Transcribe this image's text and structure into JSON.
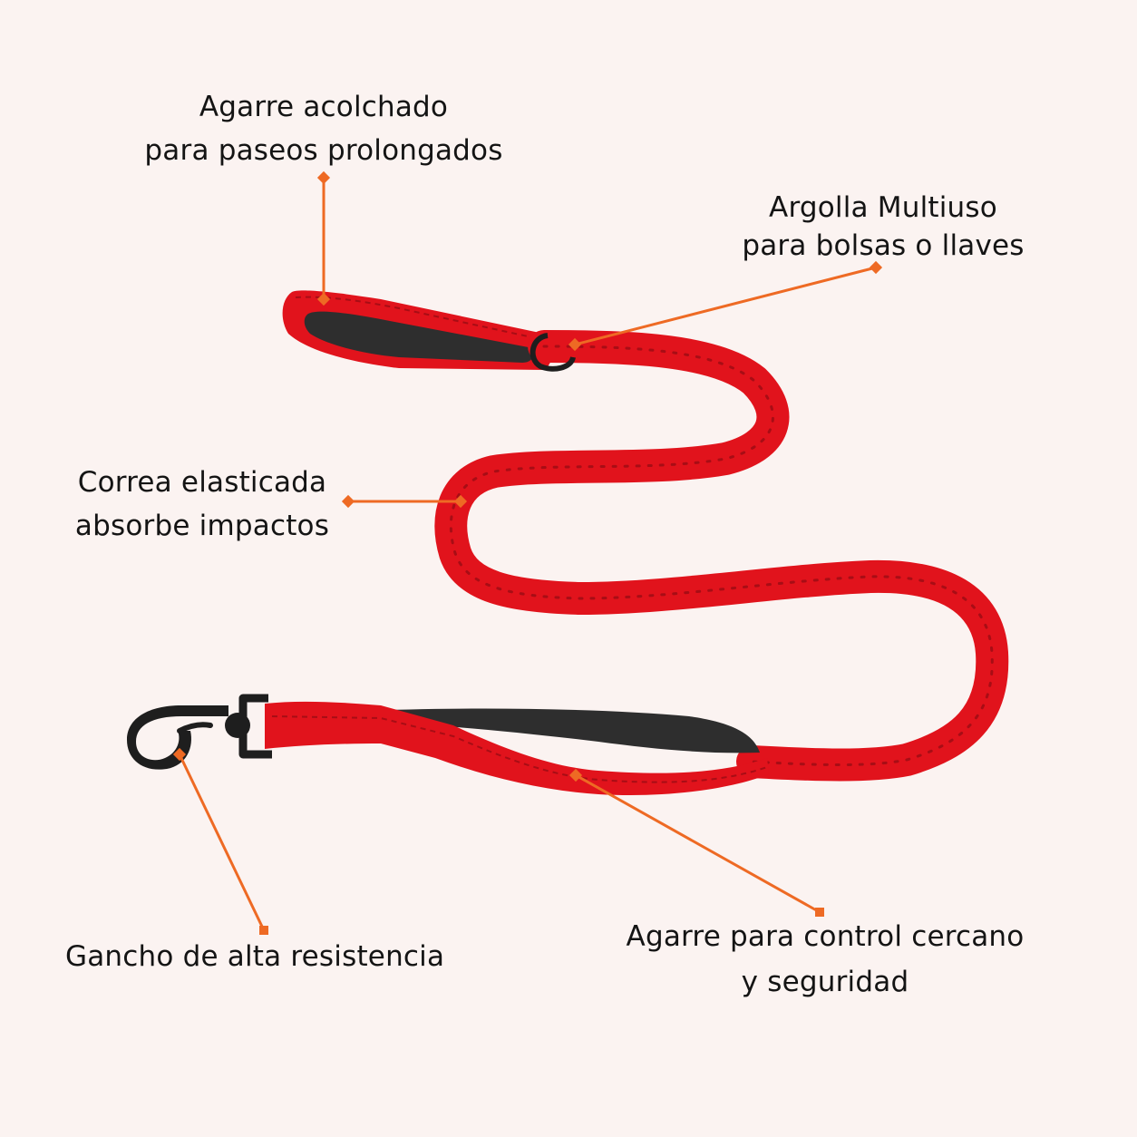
{
  "colors": {
    "background": "#fbf3f1",
    "leash_red": "#e1131c",
    "leash_red_dark": "#a80d15",
    "padding_black": "#2e2e2e",
    "hardware_black": "#1e1e1e",
    "callout_orange": "#ee6a24",
    "text": "#141414"
  },
  "callouts": [
    {
      "id": "grip-top",
      "lines": [
        "Agarre acolchado",
        "para paseos prolongados"
      ]
    },
    {
      "id": "ring",
      "lines": [
        "Argolla Multiuso",
        "para bolsas o llaves"
      ]
    },
    {
      "id": "elastic",
      "lines": [
        "Correa elasticada",
        "absorbe impactos"
      ]
    },
    {
      "id": "hook",
      "lines": [
        "Gancho de alta resistencia"
      ]
    },
    {
      "id": "grip-close",
      "lines": [
        "Agarre para control cercano",
        "y seguridad"
      ]
    }
  ]
}
